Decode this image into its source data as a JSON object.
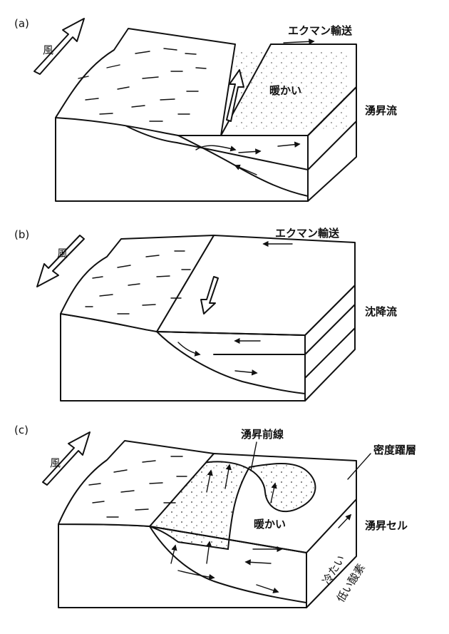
{
  "panels": [
    {
      "tag": "(a)",
      "wind_label": "風",
      "transport_label": "エクマン輸送",
      "warm_label": "暖かい",
      "flow_label": "湧昇流"
    },
    {
      "tag": "(b)",
      "wind_label": "風",
      "transport_label": "エクマン輸送",
      "flow_label": "沈降流"
    },
    {
      "tag": "(c)",
      "wind_label": "風",
      "front_label": "湧昇前線",
      "pycnocline_label": "密度躍層",
      "warm_label": "暖かい",
      "cell_label": "湧昇セル",
      "cold_label": "冷たい",
      "low_label": "低い酸素"
    }
  ],
  "colors": {
    "ink": "#111111",
    "paper": "#ffffff"
  },
  "icons": [
    "wind-arrow-icon",
    "ekman-arrow-icon",
    "flow-arrow-icon"
  ]
}
